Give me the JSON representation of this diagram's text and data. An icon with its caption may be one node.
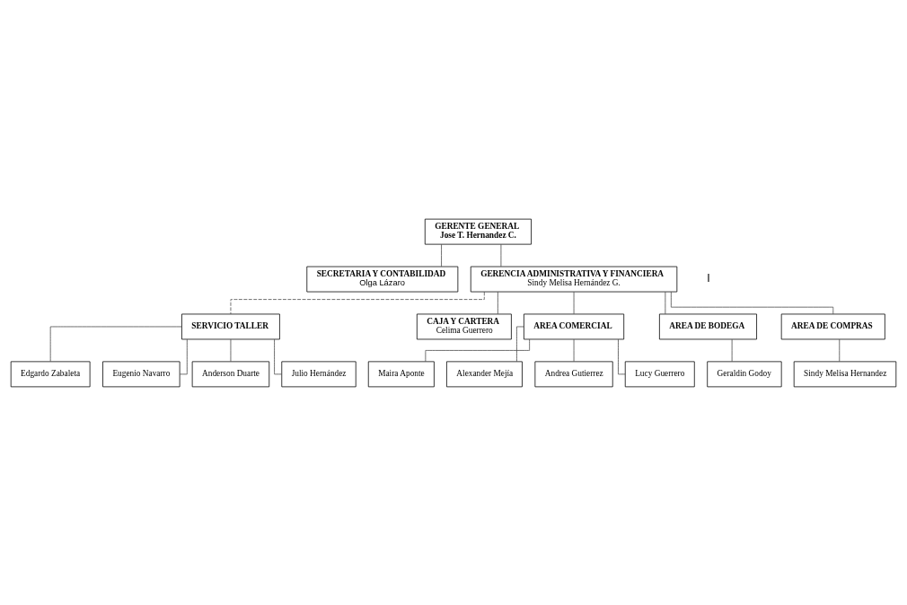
{
  "diagram": {
    "nodes": [
      {
        "text": [
          "GERENTE GENERAL",
          "Jose T. Hernandez C."
        ]
      },
      {
        "text": [
          "SECRETARIA Y CONTABILIDAD",
          "Olga Lázaro"
        ]
      },
      {
        "text": [
          "GERENCIA ADMINISTRATIVA Y FINANCIERA",
          "Sindy Melisa Hernández G."
        ]
      },
      {
        "text": [
          "SERVICIO TALLER"
        ]
      },
      {
        "text": [
          "CAJA Y CARTERA",
          "Celima Guerrero"
        ]
      },
      {
        "text": [
          "Edgardo Zabaleta"
        ]
      },
      {
        "text": [
          "Eugenio Navarro"
        ]
      },
      {
        "text": [
          "Anderson Duarte"
        ]
      },
      {
        "text": [
          "Julio Hernández"
        ]
      },
      {
        "text": [
          "AREA COMERCIAL"
        ]
      },
      {
        "text": [
          "AREA DE BODEGA"
        ]
      },
      {
        "text": [
          "AREA DE COMPRAS"
        ]
      },
      {
        "text": [
          "Maira Aponte"
        ]
      },
      {
        "text": [
          "Alexander Mejía"
        ]
      },
      {
        "text": [
          "Andrea Gutierrez"
        ]
      },
      {
        "text": [
          "Lucy Guerrero"
        ]
      },
      {
        "text": [
          "Geraldin Godoy"
        ]
      },
      {
        "text": [
          "Sindy Melisa Hernandez"
        ]
      }
    ],
    "edges": [
      {
        "from": 0,
        "to": 1,
        "arrow": "none"
      },
      {
        "from": 0,
        "to": 2,
        "arrow": "none"
      },
      {
        "from": 2,
        "to": 4,
        "arrow": "none"
      },
      {
        "from": 2,
        "to": 3,
        "arrow": "none",
        "style": "dashed"
      },
      {
        "from": 3,
        "to": 5,
        "arrow": "none"
      },
      {
        "from": 3,
        "to": 6,
        "arrow": "none"
      },
      {
        "from": 3,
        "to": 7,
        "arrow": "none"
      },
      {
        "from": 3,
        "to": 8,
        "arrow": "none"
      },
      {
        "from": 2,
        "to": 9,
        "arrow": "none"
      },
      {
        "from": 2,
        "to": 10,
        "arrow": "none"
      },
      {
        "from": 2,
        "to": 11,
        "arrow": "none"
      },
      {
        "from": 9,
        "to": 12,
        "arrow": "none"
      },
      {
        "from": 9,
        "to": 13,
        "arrow": "none"
      },
      {
        "from": 9,
        "to": 14,
        "arrow": "none"
      },
      {
        "from": 9,
        "to": 15,
        "arrow": "none"
      },
      {
        "from": 10,
        "to": 16,
        "arrow": "none"
      },
      {
        "from": 11,
        "to": 17,
        "arrow": "none"
      }
    ],
    "labels": [
      "I"
    ]
  }
}
